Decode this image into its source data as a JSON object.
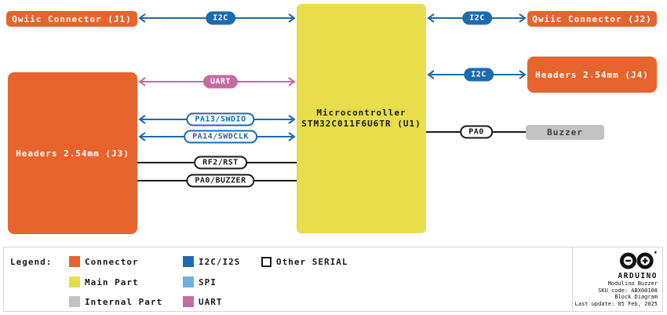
{
  "palette": {
    "connector": "#e7642e",
    "main_part": "#e8dd4a",
    "internal_part": "#c2c2c2",
    "i2c": "#1e6aae",
    "spi": "#68b2e0",
    "uart": "#c56ba2",
    "wire": "#1a1a1a"
  },
  "blocks": {
    "j1": {
      "label": "Qwiic Connector (J1)"
    },
    "j2": {
      "label": "Qwiic Connector (J2)"
    },
    "j3": {
      "label": "Headers 2.54mm (J3)"
    },
    "j4": {
      "label": "Headers 2.54mm (J4)"
    },
    "mcu": {
      "line1": "Microcontroller",
      "line2": "STM32C011F6U6TR (U1)"
    },
    "buzzer": {
      "label": "Buzzer"
    }
  },
  "connections": {
    "i2c_j1": "I2C",
    "i2c_j2": "I2C",
    "i2c_j4": "I2C",
    "uart": "UART",
    "pa13": "PA13/SWDIO",
    "pa14": "PA14/SWDCLK",
    "rf2": "RF2/RST",
    "pa0_buzzer": "PA0/BUZZER",
    "pa0": "PA0"
  },
  "legend": {
    "title": "Legend:",
    "items": [
      {
        "label": "Connector",
        "color": "#e7642e",
        "style": "fill"
      },
      {
        "label": "Main Part",
        "color": "#e8dd4a",
        "style": "fill"
      },
      {
        "label": "Internal Part",
        "color": "#c2c2c2",
        "style": "fill"
      },
      {
        "label": "I2C/I2S",
        "color": "#1e6aae",
        "style": "fill"
      },
      {
        "label": "SPI",
        "color": "#68b2e0",
        "style": "fill"
      },
      {
        "label": "UART",
        "color": "#c56ba2",
        "style": "fill"
      },
      {
        "label": "Other SERIAL",
        "color": "#ffffff",
        "style": "outline"
      }
    ]
  },
  "footer": {
    "brand": "ARDUINO",
    "lines": [
      "Modulino Buzzer",
      "SKU code: ABX00108",
      "Block Diagram",
      "Last update: 05 Feb, 2025"
    ]
  }
}
